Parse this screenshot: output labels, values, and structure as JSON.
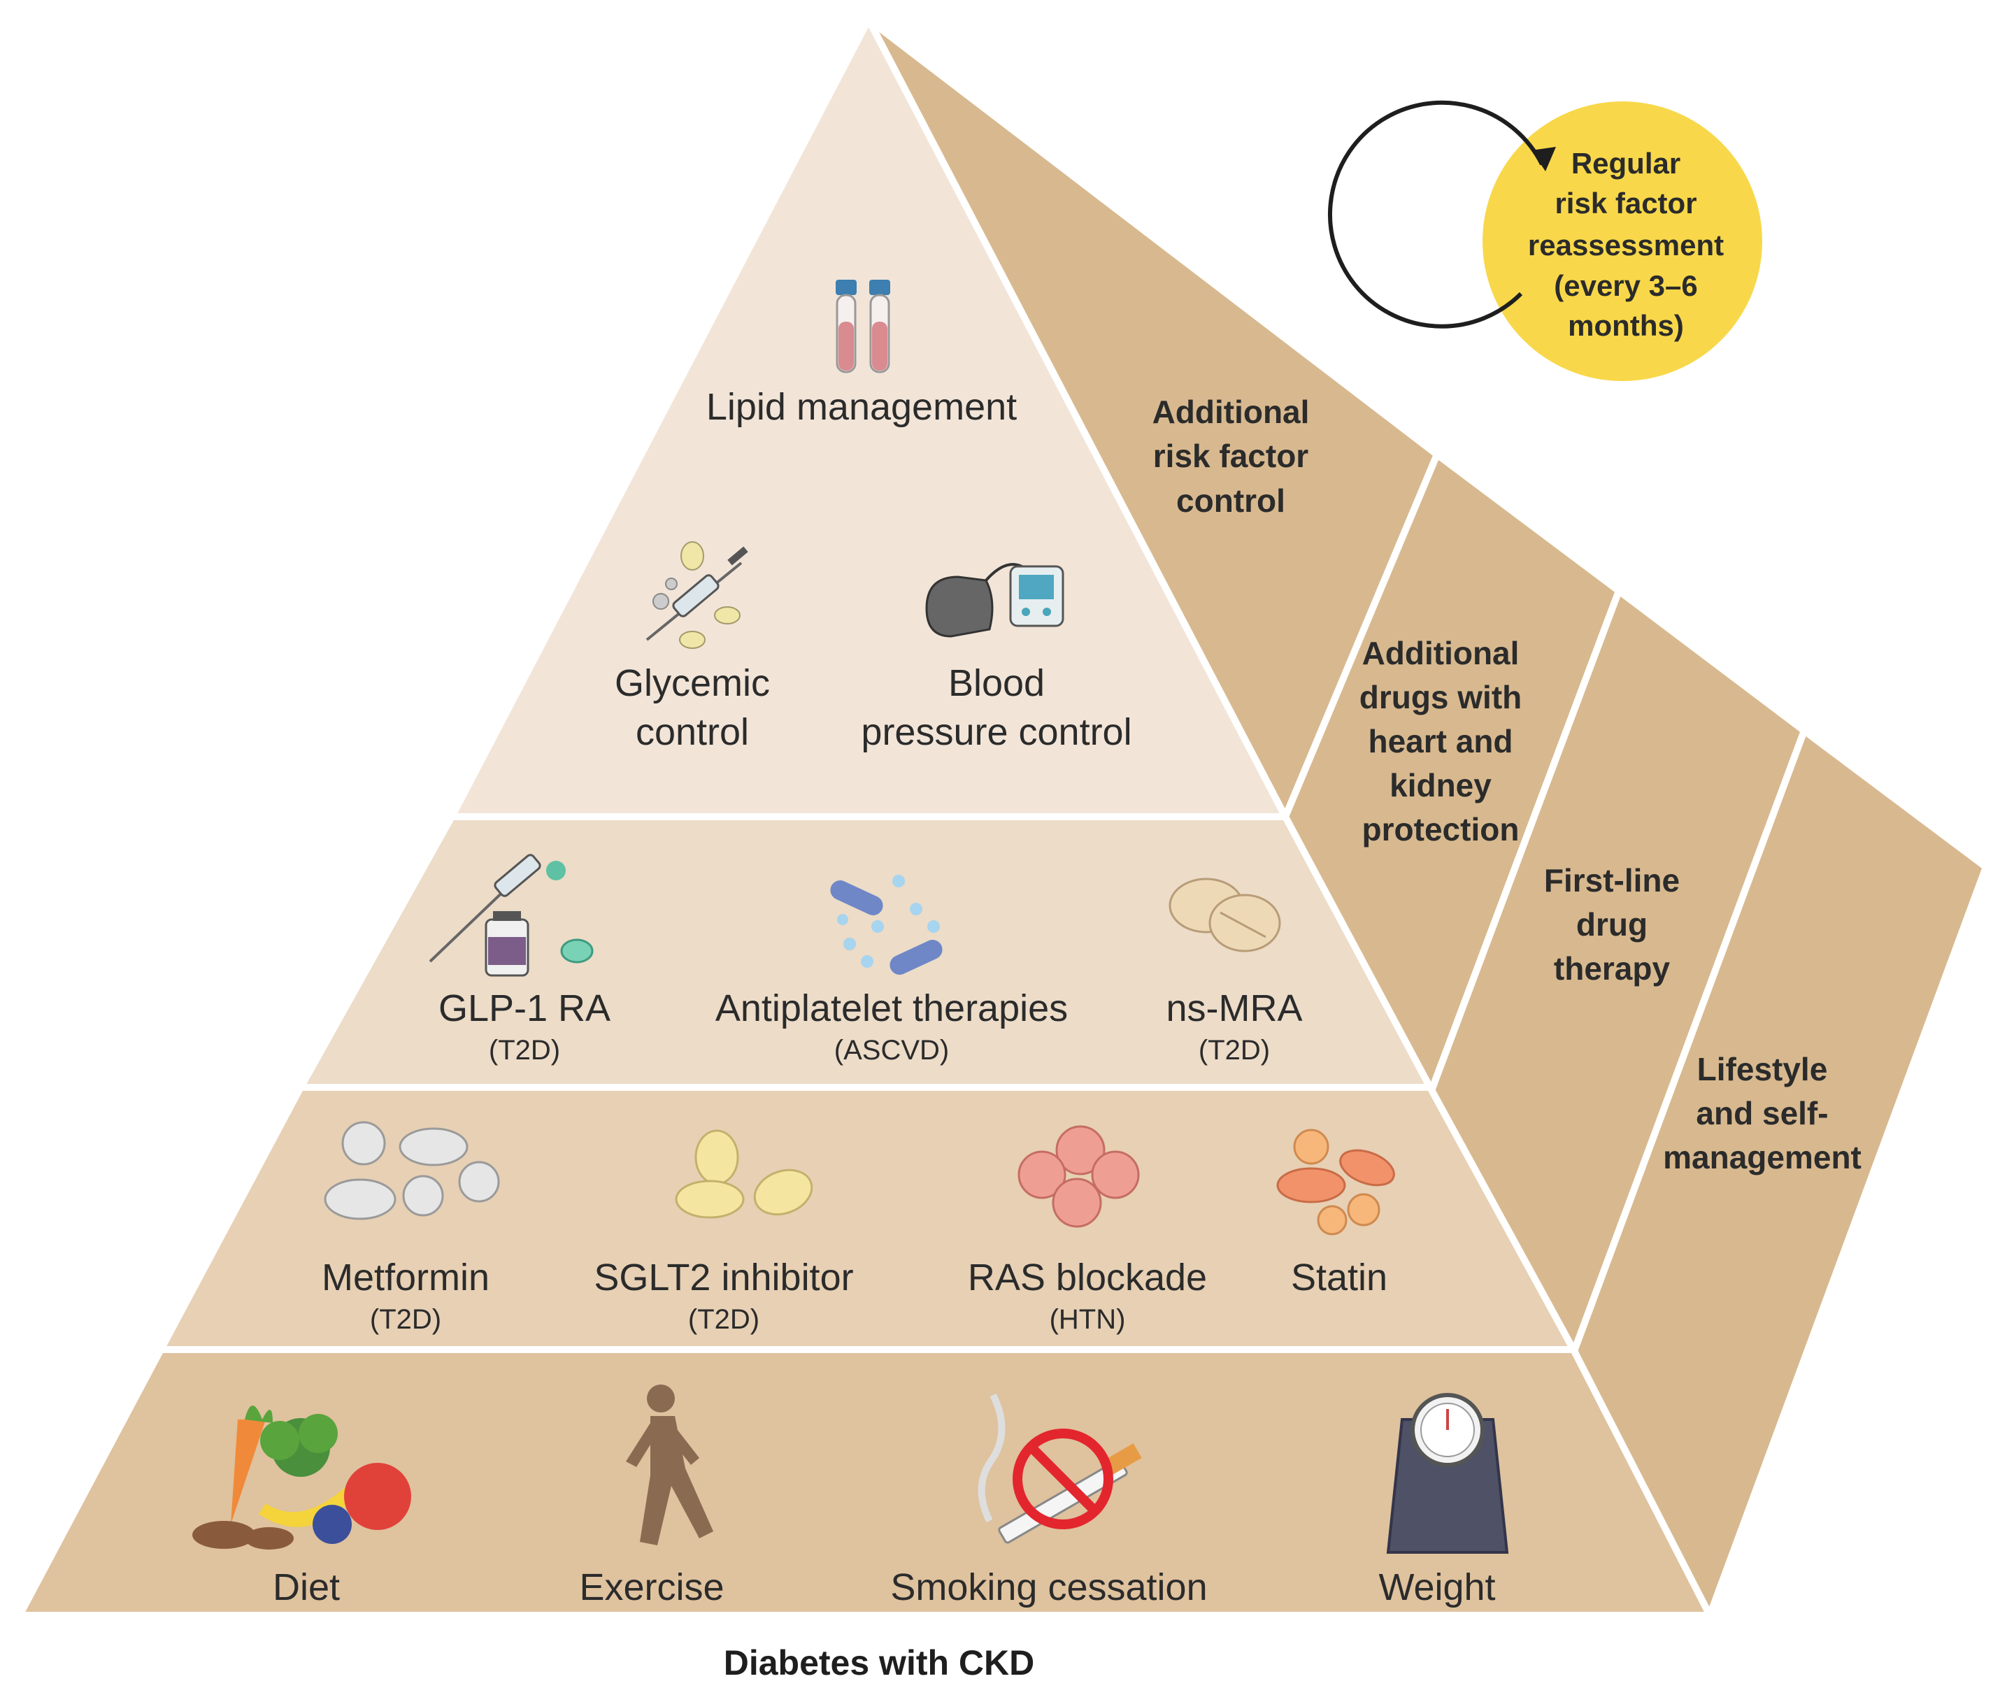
{
  "caption": "Diabetes with CKD",
  "reassessment": {
    "lines": [
      "Regular",
      "risk factor",
      "reassessment",
      "(every 3–6",
      "months)"
    ],
    "color": "#f8d84a"
  },
  "side_labels": {
    "additional_risk_factor_control": [
      "Additional",
      "risk factor",
      "control"
    ],
    "additional_drugs": [
      "Additional",
      "drugs with",
      "heart and",
      "kidney",
      "protection"
    ],
    "first_line_drug_therapy": [
      "First-line",
      "drug",
      "therapy"
    ],
    "lifestyle": [
      "Lifestyle",
      "and self-",
      "management"
    ]
  },
  "tiers": {
    "top": {
      "items": [
        {
          "label": "Lipid management",
          "icon": "test-tubes-icon"
        },
        {
          "label_lines": [
            "Glycemic",
            "control"
          ],
          "icon": "syringe-pills-icon"
        },
        {
          "label_lines": [
            "Blood",
            "pressure control"
          ],
          "icon": "blood-pressure-monitor-icon"
        }
      ]
    },
    "second": {
      "items": [
        {
          "label": "GLP-1 RA",
          "sub": "(T2D)",
          "icon": "glp1-injection-icon"
        },
        {
          "label": "Antiplatelet therapies",
          "sub": "(ASCVD)",
          "icon": "capsules-icon"
        },
        {
          "label": "ns-MRA",
          "sub": "(T2D)",
          "icon": "tablets-icon"
        }
      ]
    },
    "third": {
      "items": [
        {
          "label": "Metformin",
          "sub": "(T2D)",
          "icon": "white-pills-icon"
        },
        {
          "label": "SGLT2 inhibitor",
          "sub": "(T2D)",
          "icon": "yellow-pills-icon"
        },
        {
          "label": "RAS blockade",
          "sub": "(HTN)",
          "icon": "pink-pills-icon"
        },
        {
          "label": "Statin",
          "icon": "orange-pills-icon"
        }
      ]
    },
    "base": {
      "items": [
        {
          "label": "Diet",
          "icon": "fruit-vegetables-icon"
        },
        {
          "label": "Exercise",
          "icon": "runner-icon"
        },
        {
          "label": "Smoking cessation",
          "icon": "no-smoking-icon"
        },
        {
          "label": "Weight",
          "icon": "scale-icon"
        }
      ]
    }
  },
  "colors": {
    "top_fill": "#f2e5d8",
    "mid_fill": "#ecdcc8",
    "low_fill": "#e7d0b4",
    "base_fill": "#dfc29e",
    "side_fill": "#d8b98f",
    "edge": "#ffffff"
  }
}
